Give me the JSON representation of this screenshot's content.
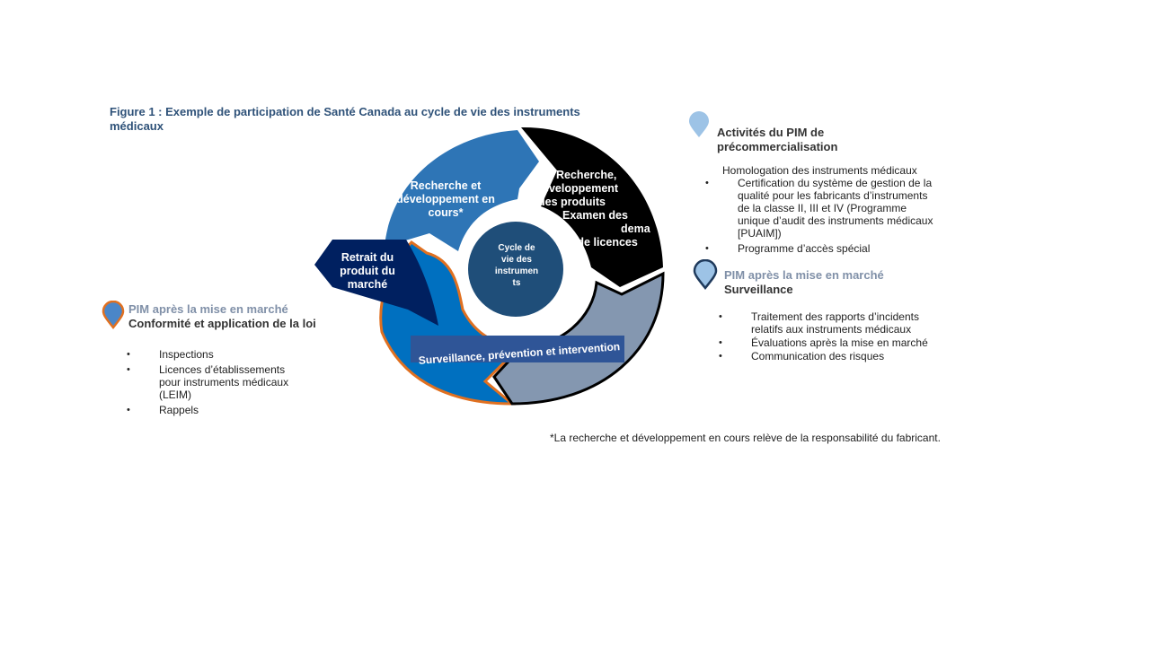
{
  "figure": {
    "title": "Figure 1 : Exemple de participation de Santé Canada au cycle de vie des instruments médicaux"
  },
  "cycle": {
    "center": [
      "Cycle de",
      "vie des",
      "instrumen",
      "ts"
    ],
    "seg_rd": [
      "Recherche et",
      "développement en",
      "cours*"
    ],
    "seg_pre": [
      "Recherche,",
      "Développement",
      "des produits",
      "Examen des",
      "dema",
      "s de licences"
    ],
    "seg_retrait": [
      "Retrait du",
      "produit du",
      "marché"
    ],
    "seg_surv": "Surveillance, prévention et intervention"
  },
  "left_panel": {
    "heading_muted": "PIM après la mise en marché",
    "heading_dark": "Conformité et application de la loi",
    "items": [
      "Inspections",
      "Licences d’établissements pour instruments médicaux (LEIM)",
      "Rappels"
    ]
  },
  "right_top": {
    "heading": "Activités du PIM de précommercialisation",
    "intro": "Homologation des instruments médicaux",
    "items": [
      "Certification du système de gestion de la qualité pour les fabricants d’instruments de la classe II, III et IV (Programme unique d’audit des instruments médicaux [PUAIM])",
      "Programme d’accès spécial"
    ]
  },
  "right_bottom": {
    "heading_muted": "PIM après la mise en marché",
    "heading_dark": "Surveillance",
    "items": [
      "Traitement des rapports d’incidents relatifs aux instruments médicaux",
      "Évaluations après la mise en marché",
      "Communication des risques"
    ]
  },
  "footnote": "*La recherche et développement en cours relève de la responsabilité du fabricant.",
  "colors": {
    "title": "#2f5279",
    "rd_segment": "#2e75b6",
    "pre_segment": "#000000",
    "post_segment": "#8497b0",
    "compliance_segment": "#0070c0",
    "retrait": "#002060",
    "center": "#1f4e79",
    "orange_outline": "#e07020",
    "pin_light": "#9dc3e6"
  },
  "icons": [
    "map-pin-icon"
  ]
}
